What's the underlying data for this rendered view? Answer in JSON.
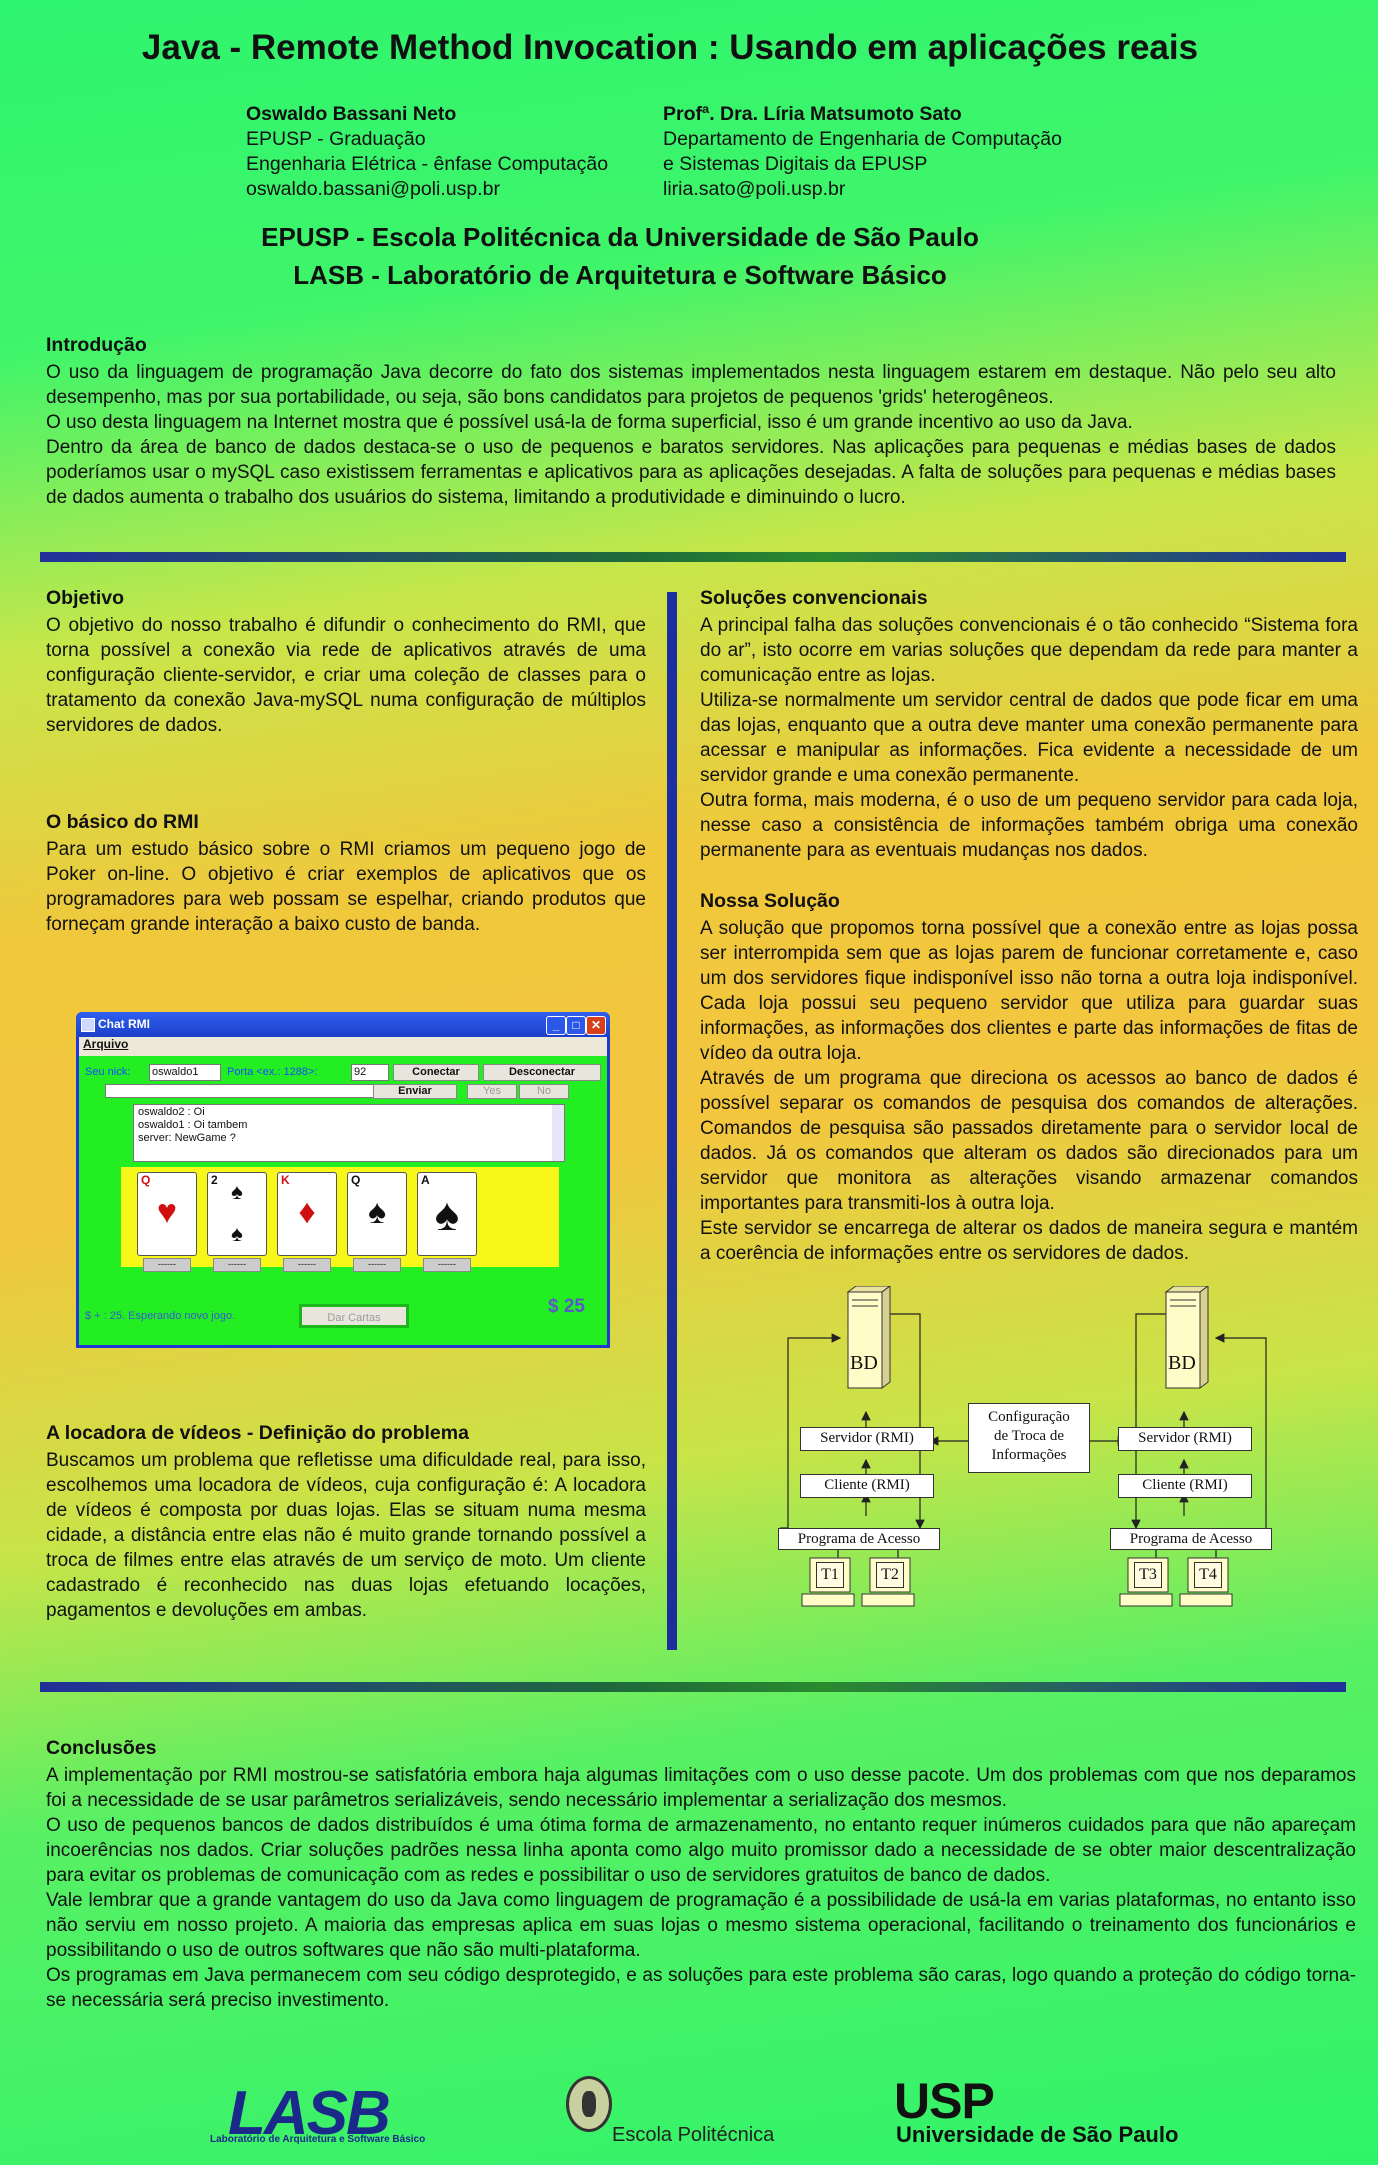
{
  "title": "Java - Remote Method Invocation : Usando em aplicações reais",
  "authors": [
    {
      "name": "Oswaldo Bassani Neto",
      "lines": [
        "EPUSP - Graduação",
        "Engenharia Elétrica - ênfase Computação",
        "oswaldo.bassani@poli.usp.br"
      ]
    },
    {
      "name": "Profª. Dra. Líria Matsumoto Sato",
      "lines": [
        "Departamento de Engenharia de Computação",
        "e Sistemas Digitais da EPUSP",
        "liria.sato@poli.usp.br"
      ]
    }
  ],
  "institutions": [
    "EPUSP - Escola Politécnica da Universidade de São Paulo",
    "LASB - Laboratório de Arquitetura e Software Básico"
  ],
  "introducao": {
    "heading": "Introdução",
    "paragraphs": [
      "O uso da linguagem de programação Java decorre do fato dos sistemas implementados nesta linguagem estarem em destaque. Não pelo seu alto desempenho, mas por sua portabilidade, ou seja, são bons candidatos para projetos de pequenos 'grids' heterogêneos.",
      "O uso desta linguagem na Internet mostra que é possível usá-la de forma superficial, isso é um grande incentivo ao uso da Java.",
      "Dentro da área de banco de dados destaca-se o uso de pequenos e baratos servidores. Nas aplicações para pequenas e médias bases de dados poderíamos usar o mySQL caso existissem ferramentas e aplicativos para as aplicações desejadas. A falta de soluções para pequenas e médias bases de dados aumenta o trabalho dos usuários do sistema, limitando a produtividade e diminuindo o lucro."
    ]
  },
  "objetivo": {
    "heading": "Objetivo",
    "paragraphs": [
      "O objetivo do nosso trabalho é difundir o conhecimento do RMI, que torna possível a conexão via rede de aplicativos através de uma configuração cliente-servidor, e criar uma coleção de classes para o tratamento da conexão Java-mySQL numa configuração de múltiplos servidores de dados."
    ]
  },
  "basico": {
    "heading": "O básico do RMI",
    "paragraphs": [
      "Para um estudo básico sobre o RMI criamos um pequeno jogo de Poker on-line. O objetivo é criar exemplos de aplicativos que os programadores para web possam se espelhar, criando produtos que forneçam grande interação a baixo custo de banda."
    ]
  },
  "chat": {
    "title": "Chat RMI",
    "menu": "Arquivo",
    "nick_label": "Seu nick:",
    "nick_value": "oswaldo1",
    "port_label": "Porta <ex.: 1288>:",
    "port_value": "92",
    "connect": "Conectar",
    "disconnect": "Desconectar",
    "send": "Enviar",
    "yes": "Yes",
    "no": "No",
    "log": [
      "oswaldo2 : Oi",
      "oswaldo1 : Oi tambem",
      "server: NewGame ?"
    ],
    "cards": [
      {
        "rank": "Q",
        "suit": "♥",
        "color": "#d01010"
      },
      {
        "rank": "2",
        "suit": "♠",
        "color": "#111111"
      },
      {
        "rank": "K",
        "suit": "♦",
        "color": "#d01010"
      },
      {
        "rank": "Q",
        "suit": "♠",
        "color": "#111111"
      },
      {
        "rank": "A",
        "suit": "♠",
        "color": "#111111"
      }
    ],
    "card_button": "------",
    "status": "$ + : 25. Esperando novo jogo.",
    "deal": "Dar Cartas",
    "money": "$ 25"
  },
  "locadora": {
    "heading": "A locadora de vídeos - Definição do problema",
    "paragraphs": [
      "Buscamos um problema que refletisse uma dificuldade real, para isso, escolhemos uma locadora de vídeos, cuja configuração é: A locadora de vídeos é composta por duas lojas. Elas se situam numa mesma cidade, a distância entre elas não é muito grande tornando possível a troca de filmes entre elas através de um serviço de moto. Um cliente cadastrado é reconhecido nas duas lojas efetuando locações, pagamentos e devoluções em ambas."
    ]
  },
  "solucoes": {
    "heading": "Soluções convencionais",
    "paragraphs": [
      "A principal falha das soluções convencionais é o tão conhecido “Sistema fora do ar”, isto ocorre em varias soluções que dependam da rede para manter a comunicação entre as lojas.",
      "Utiliza-se normalmente um servidor central de dados que pode ficar em uma das lojas, enquanto que a outra deve manter uma conexão permanente para acessar e manipular as informações. Fica evidente a necessidade de um servidor grande e uma conexão permanente.",
      "Outra forma, mais moderna, é o uso de um pequeno servidor para cada loja, nesse caso a consistência de informações também obriga uma conexão permanente para as eventuais mudanças nos dados."
    ]
  },
  "nossa": {
    "heading": "Nossa Solução",
    "paragraphs": [
      "A solução que propomos torna possível que a conexão entre as lojas possa ser interrompida sem que as lojas parem de funcionar corretamente e, caso um dos servidores fique indisponível isso não torna a outra loja indisponível. Cada loja possui seu pequeno servidor que utiliza para guardar suas informações, as informações dos clientes e parte das informações de fitas de vídeo da outra loja.",
      "Através de um programa que direciona os acessos ao banco de dados é possível separar os comandos de pesquisa dos comandos de alterações. Comandos de pesquisa são passados diretamente para o servidor local de dados. Já os comandos que alteram os dados são direcionados para um servidor que monitora as alterações visando armazenar comandos importantes para transmiti-los à outra loja.",
      "Este servidor se encarrega de alterar os dados de maneira segura e mantém a coerência de informações entre os servidores de dados."
    ]
  },
  "diagram": {
    "bd": "BD",
    "servidor": "Servidor (RMI)",
    "cliente": "Cliente (RMI)",
    "programa": "Programa de Acesso",
    "config": [
      "Configuração",
      "de Troca de",
      "Informações"
    ],
    "terminals": [
      "T1",
      "T2",
      "T3",
      "T4"
    ]
  },
  "conclusoes": {
    "heading": "Conclusões",
    "paragraphs": [
      "A implementação por RMI mostrou-se satisfatória embora haja algumas limitações com o uso desse pacote. Um dos problemas com que nos deparamos foi a necessidade de se usar parâmetros serializáveis, sendo necessário implementar a serialização dos mesmos.",
      "O uso de pequenos bancos de dados distribuídos é uma ótima forma de armazenamento, no entanto requer inúmeros cuidados para que não apareçam incoerências nos dados. Criar soluções padrões nessa linha aponta como algo muito promissor dado a necessidade de se obter maior descentralização para evitar os problemas de comunicação com as redes e possibilitar o uso de servidores gratuitos de banco de dados.",
      "Vale lembrar que a grande vantagem do uso da Java como linguagem de programação é a possibilidade de usá-la em varias plataformas, no entanto isso não serviu em nosso projeto. A maioria das empresas aplica em suas lojas o mesmo sistema operacional, facilitando o treinamento dos funcionários e possibilitando o uso de outros softwares que não são multi-plataforma.",
      "Os programas em Java permanecem com seu código desprotegido, e as soluções para este problema são caras, logo quando a proteção do código torna-se necessária será preciso investimento."
    ]
  },
  "logos": {
    "lasb": "LASB",
    "lasb_sub": "Laboratório de Arquitetura e Software Básico",
    "poli": "Escola Politécnica",
    "usp": "USP",
    "usp_sub": "Universidade de São Paulo"
  },
  "colors": {
    "rule_blue": "#1c2fa0",
    "text": "#111111",
    "background_green": "#2ef56e",
    "background_orange": "#f3c63e"
  }
}
